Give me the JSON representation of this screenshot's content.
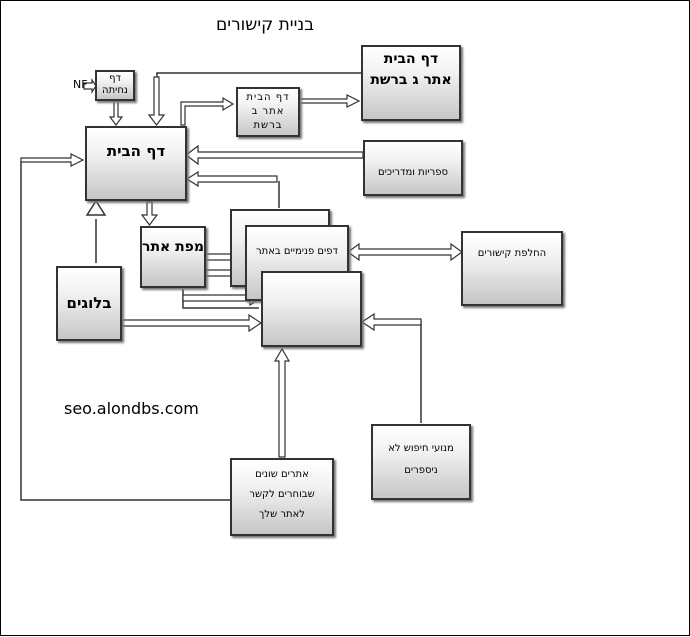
{
  "title": "בניית קישורים",
  "watermark": "seo.alondbs.com",
  "nf_label": "NF",
  "boxes": {
    "landing_page": "דף נחיתה",
    "home_page": "דף הבית",
    "home_site_b": "דף הבית אתר ב ברשת",
    "home_site_g": "דף הבית אתר ג ברשת",
    "libraries": "ספריות ומדריכים",
    "site_map": "מפת אתר",
    "internal_pages": "דפים פנימיים באתר",
    "internal_page_blank": "",
    "link_exchange": "החלפת קישורים",
    "blogs": "בלוגים",
    "search_engines": "מנועי חיפוש לא ניספרים",
    "various_sites": "אתרים שונים שבוחרים לקשר לאתר שלך"
  }
}
